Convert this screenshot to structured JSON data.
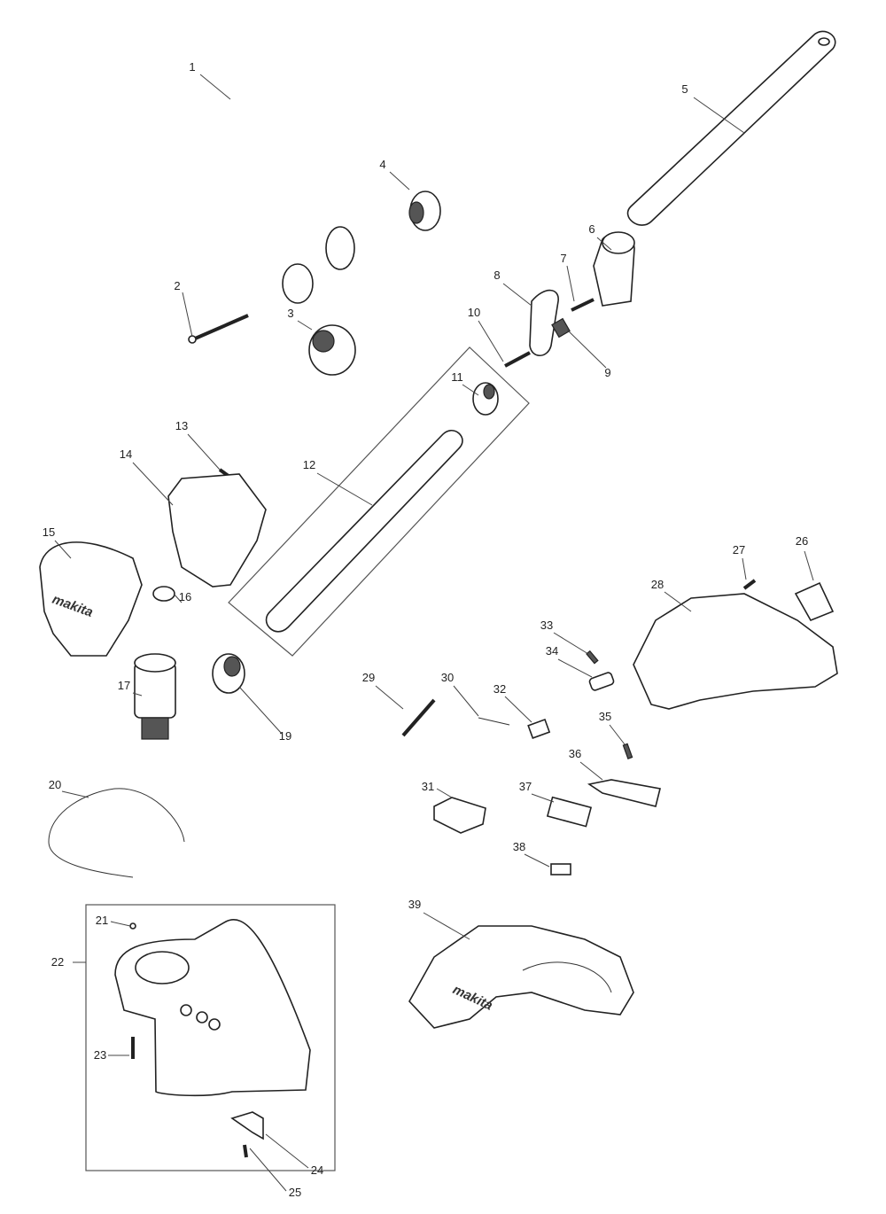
{
  "diagram": {
    "title": "Exploded parts diagram",
    "brand_logo": "makita",
    "part_numbers": [
      "1",
      "2",
      "3",
      "4",
      "5",
      "6",
      "7",
      "8",
      "9",
      "10",
      "11",
      "12",
      "13",
      "14",
      "15",
      "16",
      "17",
      "19",
      "20",
      "21",
      "22",
      "23",
      "24",
      "25",
      "26",
      "27",
      "28",
      "29",
      "30",
      "31",
      "32",
      "33",
      "34",
      "35",
      "36",
      "37",
      "38",
      "39"
    ]
  }
}
